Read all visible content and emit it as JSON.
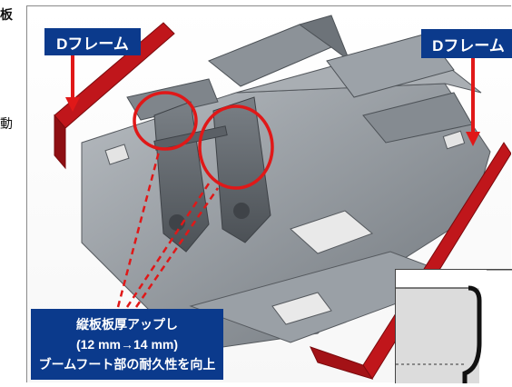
{
  "left_text": {
    "char_top": "板",
    "char_mid": "動"
  },
  "labels": {
    "d_frame_left": "Dフレーム",
    "d_frame_right": "Dフレーム"
  },
  "note": {
    "line1": "縦板板厚アップし",
    "line2": "(12 mm→14 mm)",
    "line3": "ブームフート部の耐久性を向上"
  },
  "colors": {
    "label_bg": "#0b3a8c",
    "frame_red": "#c0161b",
    "marker_red": "#e01818",
    "steel": "#8d9399"
  }
}
